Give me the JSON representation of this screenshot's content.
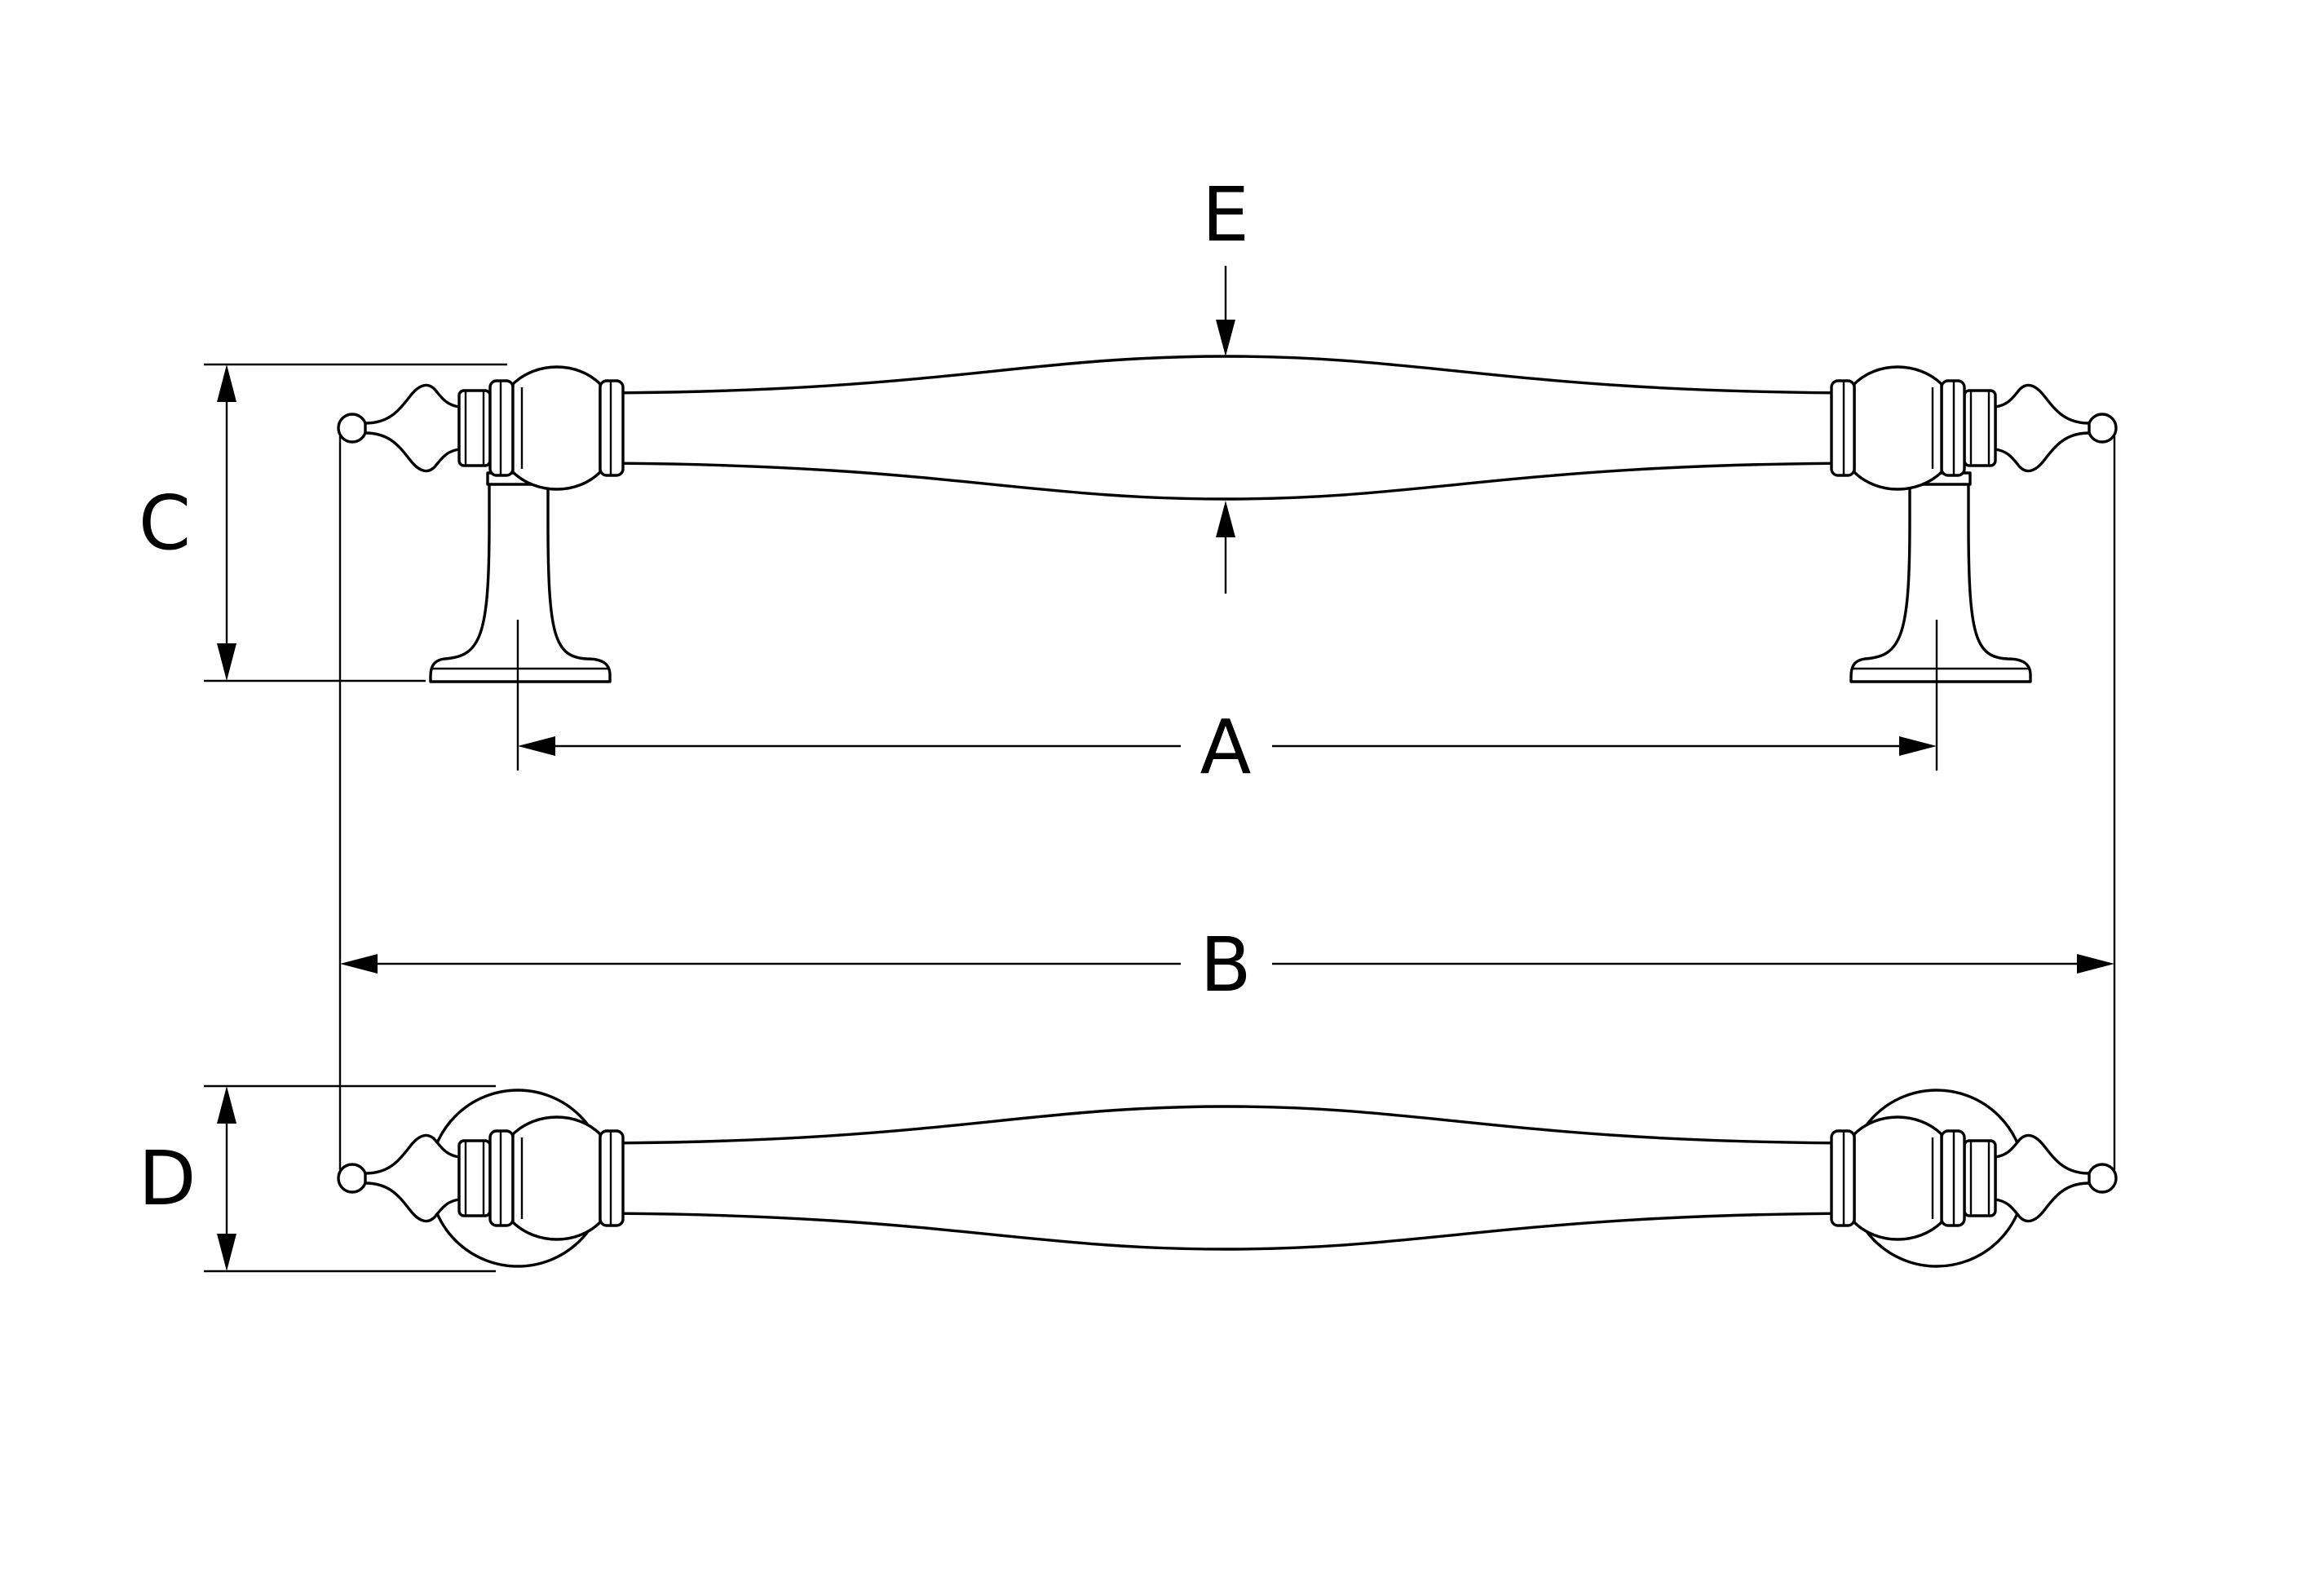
{
  "labels": {
    "a": "A",
    "b": "B",
    "c": "C",
    "d": "D",
    "e": "E"
  },
  "views": [
    "side-view",
    "top-view"
  ]
}
